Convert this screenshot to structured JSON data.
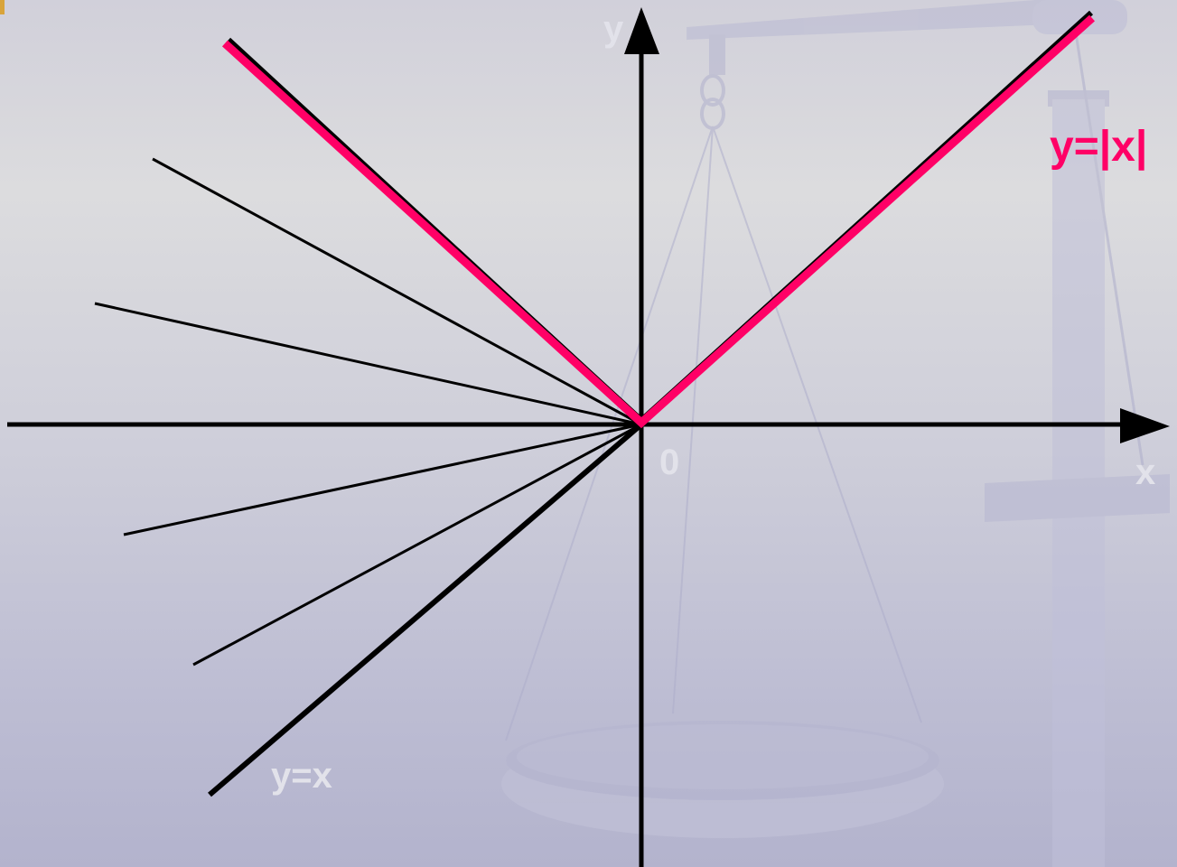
{
  "labels": {
    "y_axis": "y",
    "x_axis": "x",
    "origin": "0",
    "abs_function": "y=|x|",
    "identity_function": "y=x"
  },
  "colors": {
    "abs_line": "#ff0066",
    "lines": "#000000",
    "faded_label": "#e2e2ea",
    "scale_watermark": "#b9b9d2"
  },
  "decorations": {
    "background_watermark": "balance-scale-icon"
  }
}
